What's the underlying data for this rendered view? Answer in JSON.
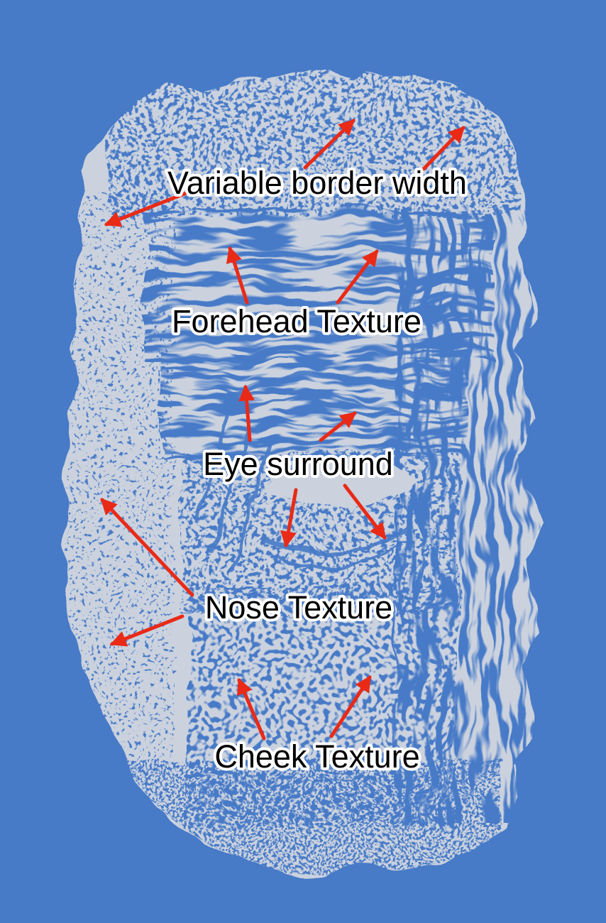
{
  "labels": {
    "variable_border_width": "Variable border width",
    "forehead_texture": "Forehead Texture",
    "eye_surround": "Eye surround",
    "nose_texture": "Nose Texture",
    "cheek_texture": "Cheek Texture"
  },
  "colors": {
    "background": "#477ac7",
    "plate": "#cbd2de",
    "texture": "#477ac7",
    "arrow": "#e92a17",
    "label_fill": "#000000",
    "label_halo": "#ffffff"
  }
}
